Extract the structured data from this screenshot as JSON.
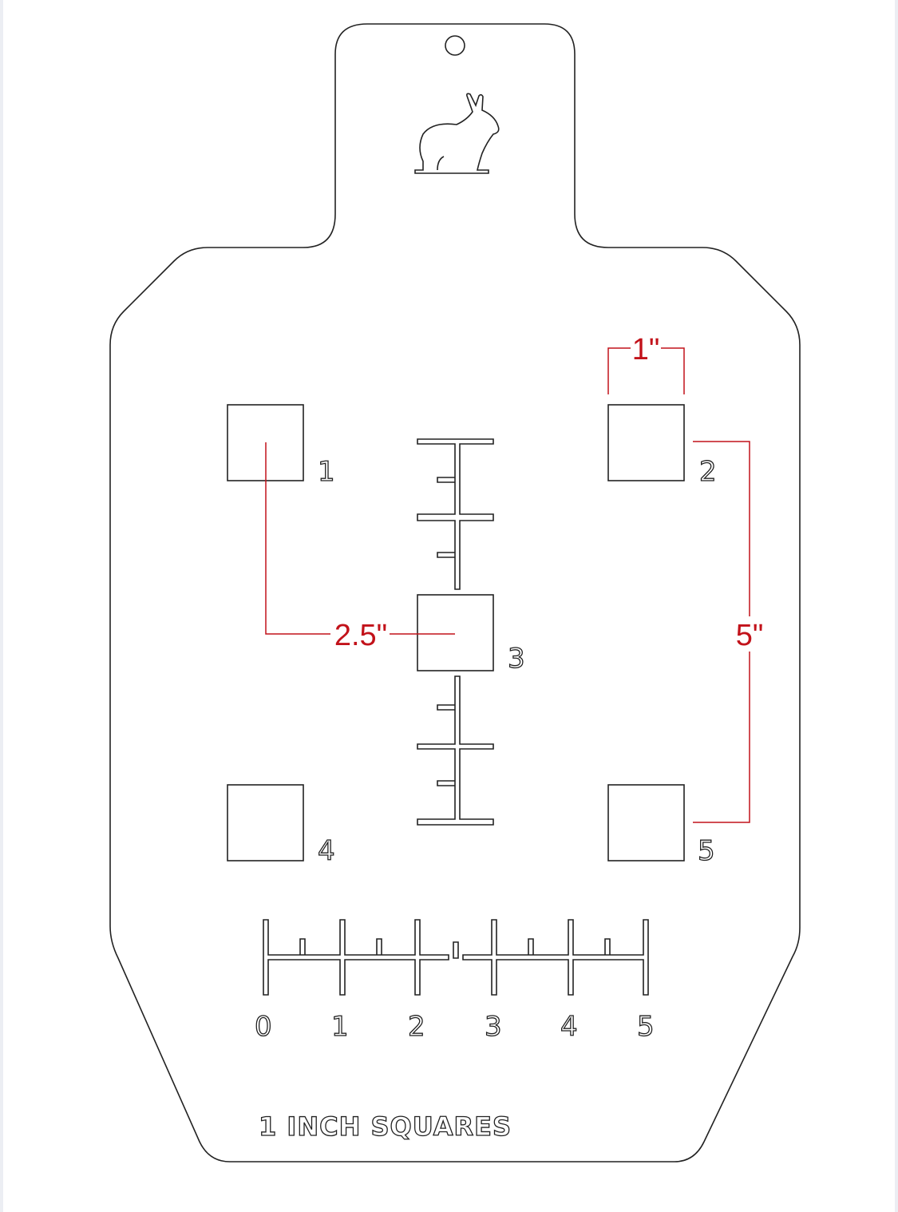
{
  "target": {
    "outline_color": "#222222",
    "dimension_color": "#c2121a",
    "mascot_icon": "rabbit-icon",
    "squares": [
      {
        "label": "1"
      },
      {
        "label": "2"
      },
      {
        "label": "3"
      },
      {
        "label": "4"
      },
      {
        "label": "5"
      }
    ],
    "dimensions": {
      "square_width": "1\"",
      "horizontal_offset": "2.5\"",
      "vertical_spacing": "5\""
    },
    "ruler": {
      "labels": [
        "0",
        "1",
        "2",
        "3",
        "4",
        "5"
      ]
    },
    "footer_text": "1 INCH SQUARES"
  }
}
